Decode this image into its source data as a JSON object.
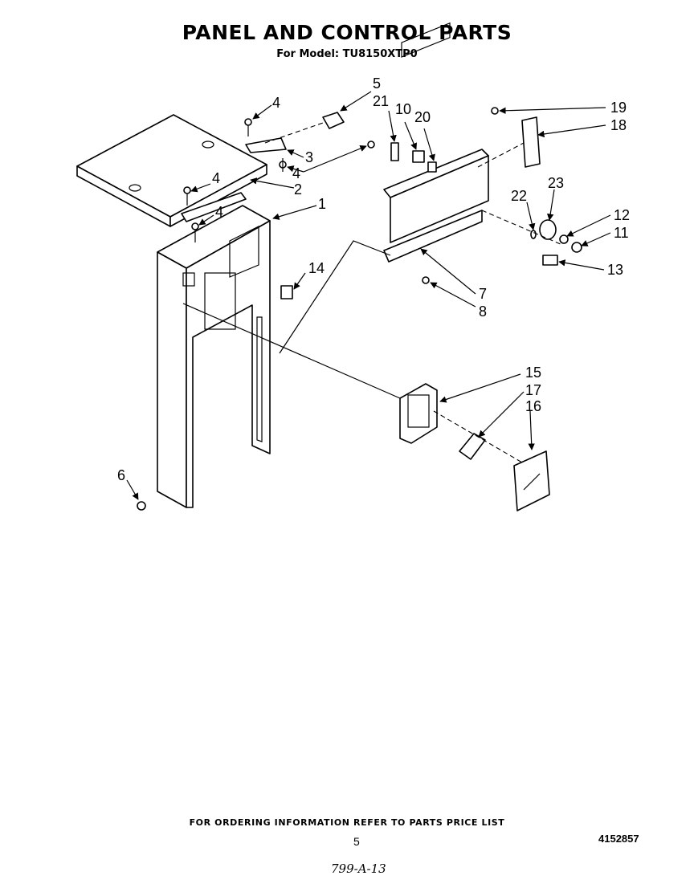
{
  "title": "PANEL AND CONTROL PARTS",
  "subtitle": "For Model: TU8150XTP0",
  "footer": "FOR ORDERING INFORMATION REFER TO PARTS PRICE LIST",
  "page_number": "5",
  "document_number": "4152857",
  "handwritten": "799-A-13",
  "callouts": {
    "c1": "1",
    "c2": "2",
    "c3": "3",
    "c4a": "4",
    "c4b": "4",
    "c4c": "4",
    "c4d": "4",
    "c5": "5",
    "c6": "6",
    "c7": "7",
    "c8": "8",
    "c10": "10",
    "c11": "11",
    "c12": "12",
    "c13": "13",
    "c14": "14",
    "c15": "15",
    "c16": "16",
    "c17": "17",
    "c18": "18",
    "c19": "19",
    "c20": "20",
    "c21": "21",
    "c22": "22",
    "c23": "23"
  }
}
